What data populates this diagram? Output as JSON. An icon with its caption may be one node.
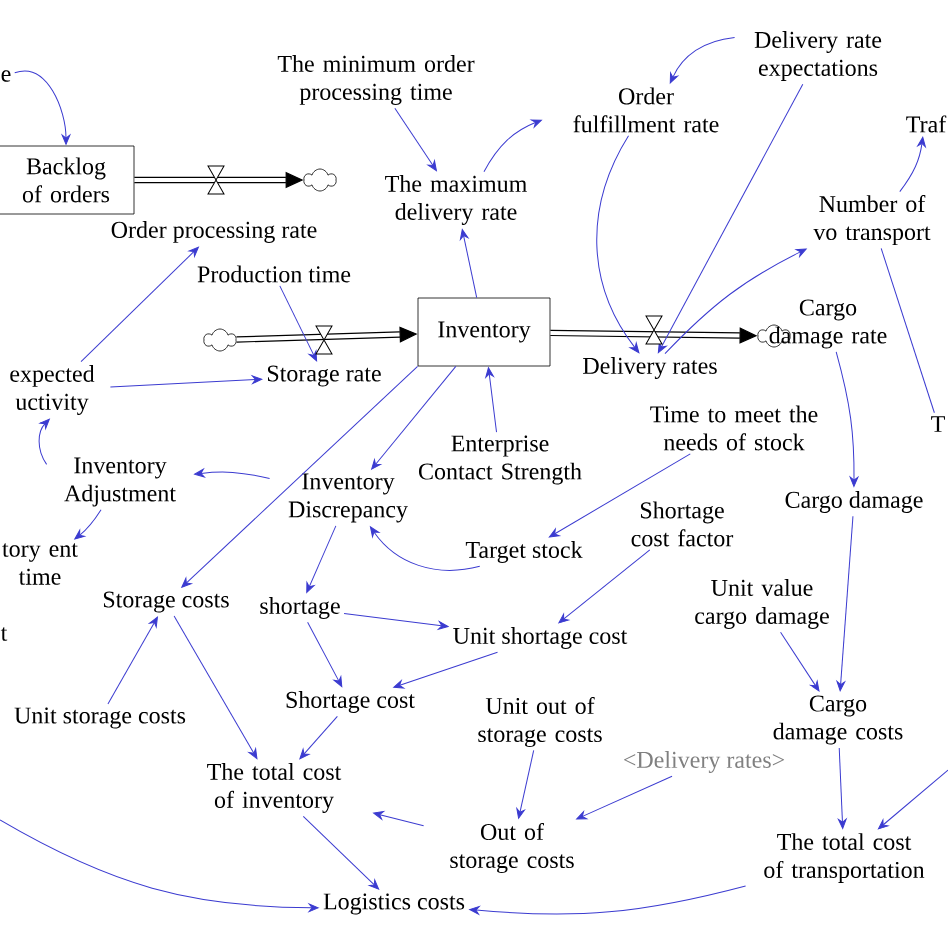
{
  "diagram": {
    "nodes": [
      {
        "text": [
          "e"
        ]
      },
      {
        "text": [
          "Backlog of orders"
        ]
      },
      {
        "text": [],
        "shape": "cloud"
      },
      {
        "text": [
          "Order processing rate"
        ]
      },
      {
        "text": [
          "The minimum order processing time"
        ]
      },
      {
        "text": [
          "The maximum delivery rate"
        ]
      },
      {
        "text": [
          "Order fulfillment rate"
        ]
      },
      {
        "text": [
          "Delivery rate expectations"
        ]
      },
      {
        "text": [
          "Traf"
        ]
      },
      {
        "text": [
          "Number of vo transport"
        ]
      },
      {
        "text": [
          "Production time"
        ]
      },
      {
        "text": [],
        "shape": "cloud"
      },
      {
        "text": [
          "Storage rate"
        ]
      },
      {
        "text": [
          "Inventory"
        ]
      },
      {
        "text": [
          "Delivery rates"
        ]
      },
      {
        "text": [],
        "shape": "cloud"
      },
      {
        "text": [
          "Cargo damage rate"
        ]
      },
      {
        "text": [
          "expected uctivity"
        ]
      },
      {
        "text": [
          "Inventory Adjustment"
        ]
      },
      {
        "text": [
          "tory ent time"
        ]
      },
      {
        "text": [
          "t"
        ]
      },
      {
        "text": [
          "Enterprise Contact Strength"
        ]
      },
      {
        "text": [
          "Inventory Discrepancy"
        ]
      },
      {
        "text": [
          "Time to meet the needs of stock"
        ]
      },
      {
        "text": [
          "Target stock"
        ]
      },
      {
        "text": [
          "Shortage cost factor"
        ]
      },
      {
        "text": [
          "T"
        ]
      },
      {
        "text": [
          "Storage costs"
        ]
      },
      {
        "text": [
          "shortage"
        ]
      },
      {
        "text": [
          "Unit shortage cost"
        ]
      },
      {
        "text": [
          "Unit value cargo damage"
        ]
      },
      {
        "text": [
          "Cargo damage"
        ]
      },
      {
        "text": [
          "Unit storage costs"
        ]
      },
      {
        "text": [
          "Shortage cost"
        ]
      },
      {
        "text": [
          "Unit out of storage costs"
        ]
      },
      {
        "text": [
          "Cargo damage costs"
        ]
      },
      {
        "text": [
          "The total cost of inventory"
        ]
      },
      {
        "text": [
          "<Delivery rates>"
        ]
      },
      {
        "text": [
          "Out of storage costs"
        ]
      },
      {
        "text": [
          "The total cost of transportation"
        ]
      },
      {
        "text": [
          "Logistics costs"
        ]
      }
    ],
    "edges": [
      {
        "from": 0,
        "to": 1,
        "arrow": "to"
      },
      {
        "from": 1,
        "to": 2,
        "arrow": "to",
        "style": "thick",
        "color": "#000000"
      },
      {
        "from": 11,
        "to": 13,
        "arrow": "to",
        "style": "thick",
        "color": "#000000"
      },
      {
        "from": 13,
        "to": 15,
        "arrow": "to",
        "style": "thick",
        "color": "#000000"
      },
      {
        "from": 4,
        "to": 5,
        "arrow": "to"
      },
      {
        "from": 5,
        "to": 6,
        "arrow": "to"
      },
      {
        "from": 7,
        "to": 6,
        "arrow": "to"
      },
      {
        "from": 6,
        "to": 14,
        "arrow": "to"
      },
      {
        "from": 7,
        "to": 14,
        "arrow": "to"
      },
      {
        "from": 14,
        "to": 9,
        "arrow": "to"
      },
      {
        "from": 9,
        "to": 8,
        "arrow": "to"
      },
      {
        "from": 13,
        "to": 5,
        "arrow": "to"
      },
      {
        "from": 10,
        "to": 12,
        "arrow": "to"
      },
      {
        "from": 17,
        "to": 3,
        "arrow": "to"
      },
      {
        "from": 17,
        "to": 12,
        "arrow": "to"
      },
      {
        "from": 18,
        "to": 17,
        "arrow": "to"
      },
      {
        "from": 22,
        "to": 18,
        "arrow": "to"
      },
      {
        "from": 18,
        "to": 19,
        "arrow": "to"
      },
      {
        "from": 13,
        "to": 22,
        "arrow": "to"
      },
      {
        "from": 13,
        "to": 27,
        "arrow": "to"
      },
      {
        "from": 21,
        "to": 13,
        "arrow": "to"
      },
      {
        "from": 24,
        "to": 22,
        "arrow": "to"
      },
      {
        "from": 23,
        "to": 24,
        "arrow": "to"
      },
      {
        "from": 22,
        "to": 28,
        "arrow": "to"
      },
      {
        "from": 28,
        "to": 29,
        "arrow": "to"
      },
      {
        "from": 28,
        "to": 33,
        "arrow": "to"
      },
      {
        "from": 25,
        "to": 29,
        "arrow": "to"
      },
      {
        "from": 29,
        "to": 33,
        "arrow": "to"
      },
      {
        "from": 32,
        "to": 27,
        "arrow": "to"
      },
      {
        "from": 27,
        "to": 36,
        "arrow": "to"
      },
      {
        "from": 33,
        "to": 36,
        "arrow": "to"
      },
      {
        "from": 38,
        "to": 36,
        "arrow": "to"
      },
      {
        "from": 36,
        "to": 40,
        "arrow": "to"
      },
      {
        "from": null,
        "to": 40,
        "arrow": "to"
      },
      {
        "from": 39,
        "to": 40,
        "arrow": "to"
      },
      {
        "from": 34,
        "to": 38,
        "arrow": "to"
      },
      {
        "from": 37,
        "to": 38,
        "arrow": "to"
      },
      {
        "from": 16,
        "to": 31,
        "arrow": "to"
      },
      {
        "from": 31,
        "to": 35,
        "arrow": "to"
      },
      {
        "from": 30,
        "to": 35,
        "arrow": "to"
      },
      {
        "from": 35,
        "to": 39,
        "arrow": "to"
      },
      {
        "from": null,
        "to": 39,
        "arrow": "to"
      },
      {
        "from": 9,
        "to": 26,
        "arrow": "none"
      }
    ]
  }
}
